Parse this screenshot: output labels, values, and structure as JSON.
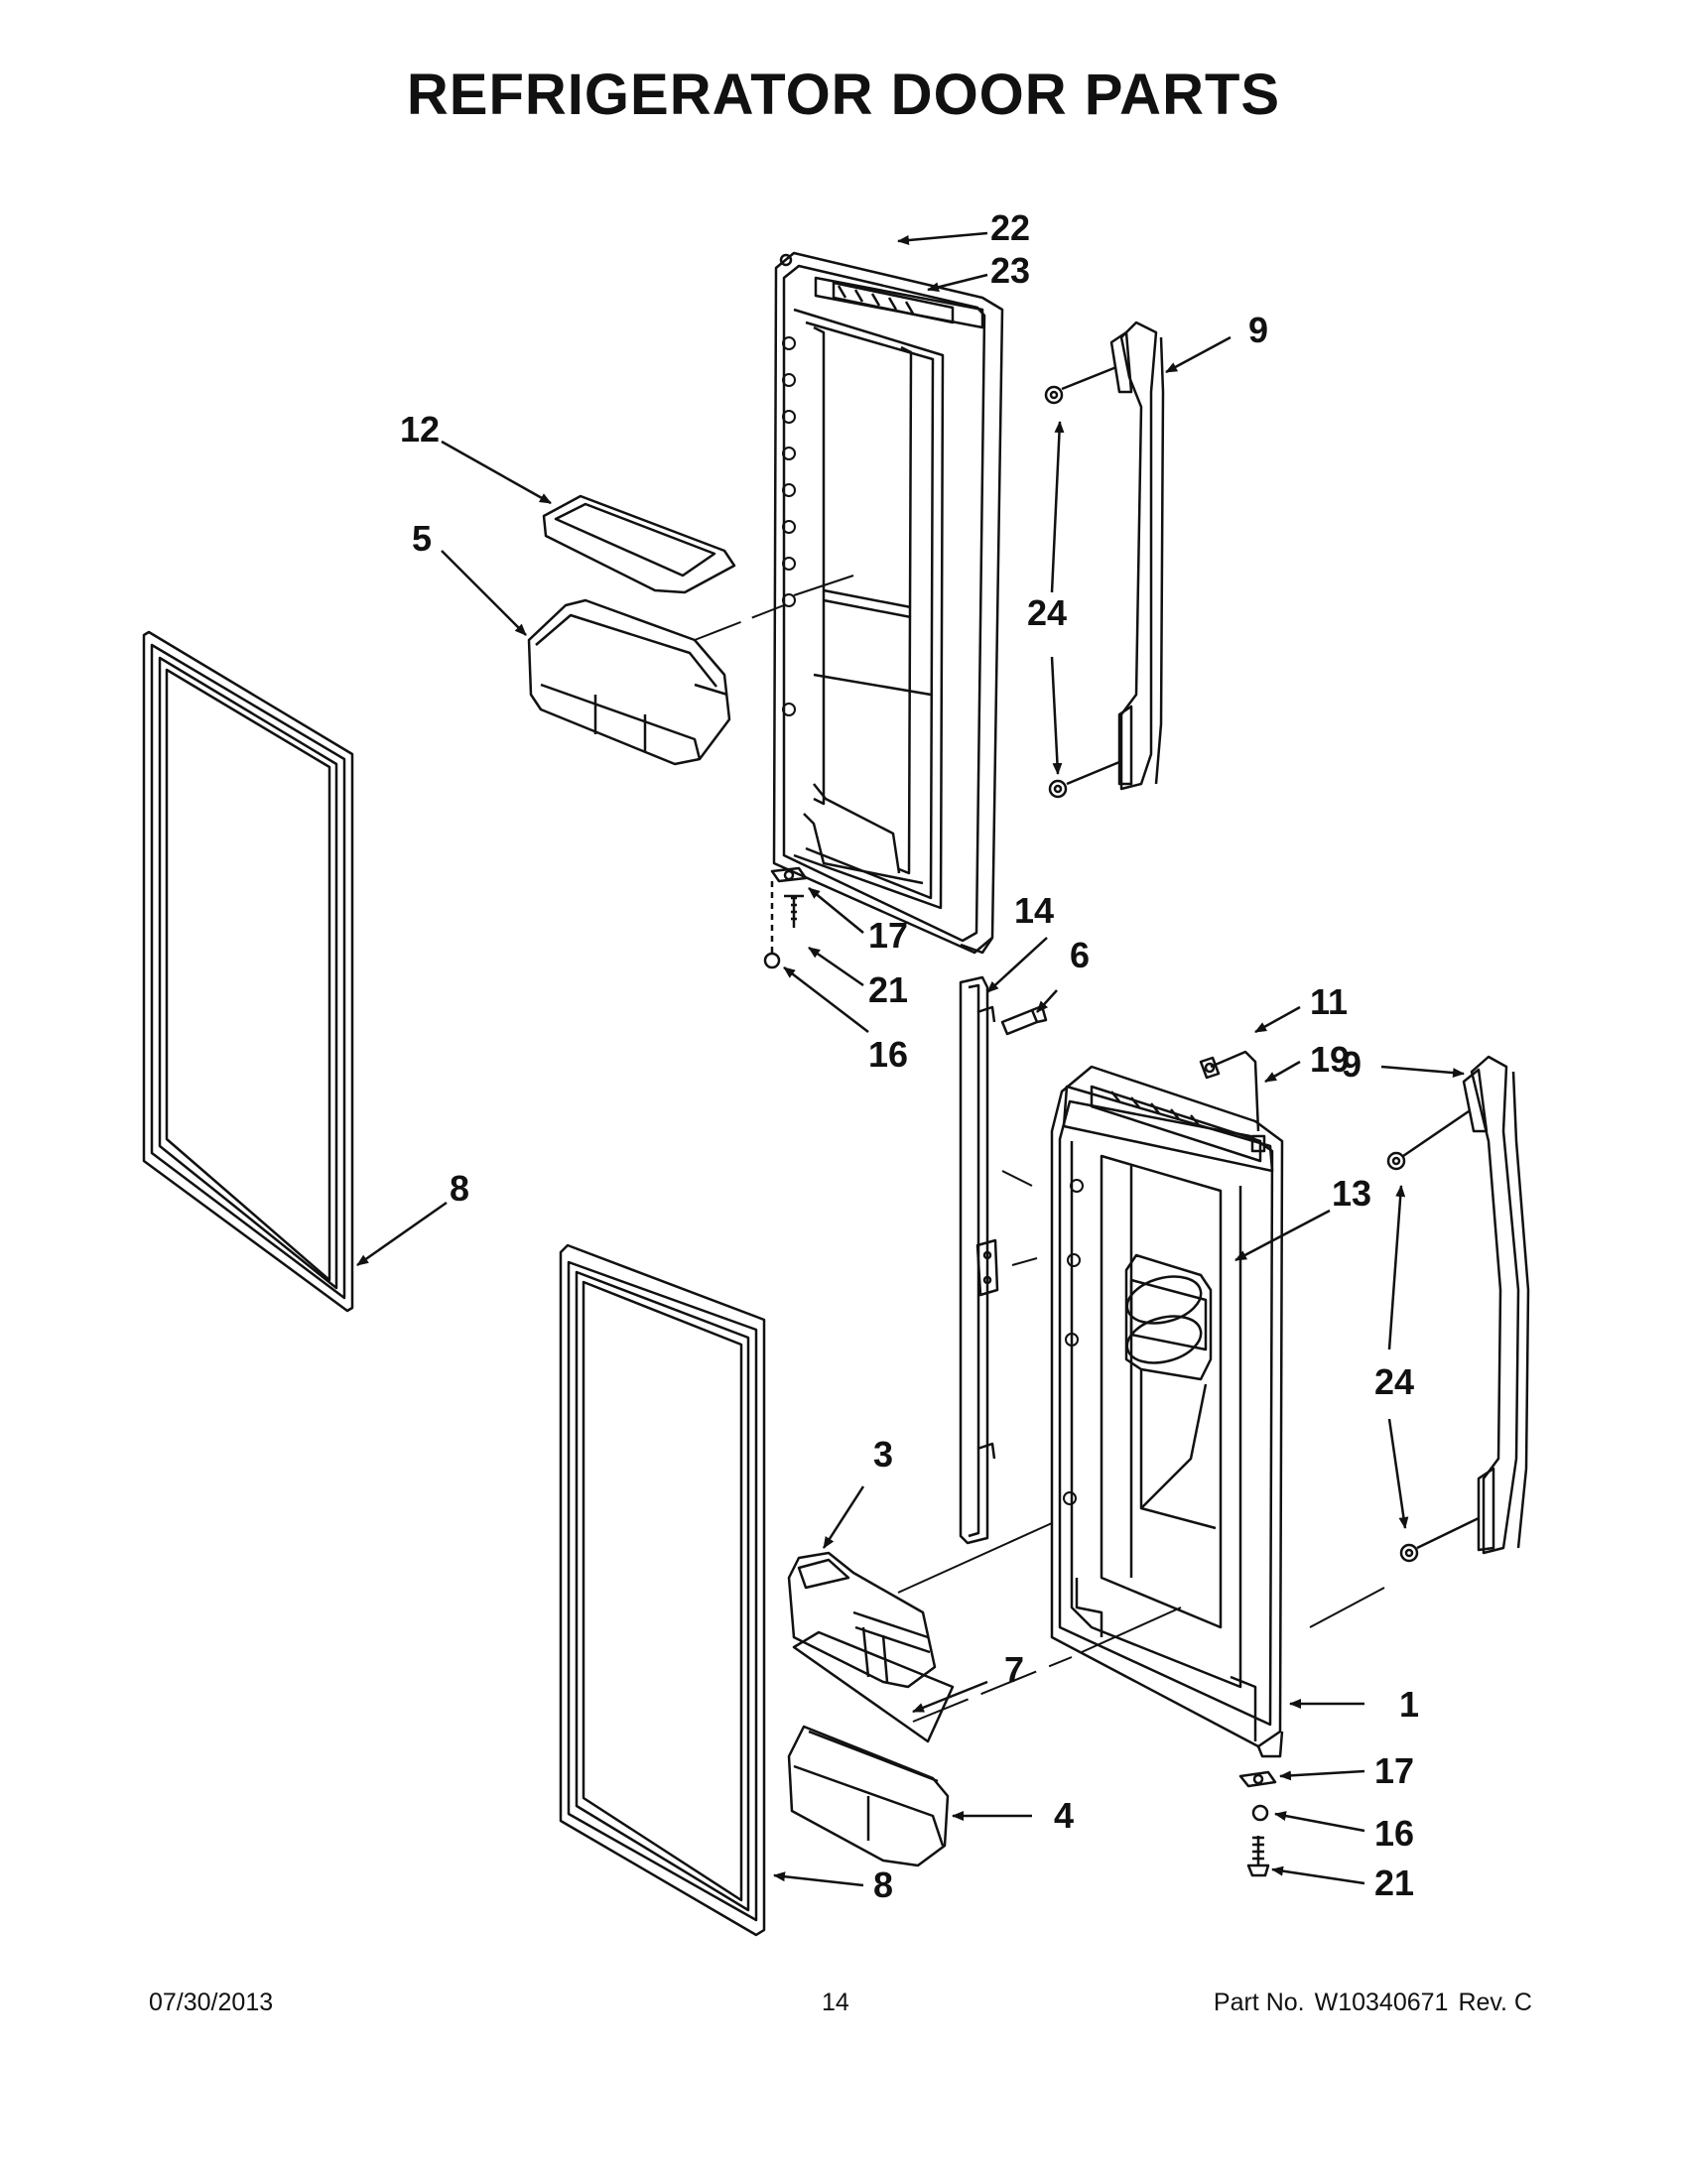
{
  "title": "REFRIGERATOR DOOR PARTS",
  "callouts": {
    "c1": "1",
    "c3": "3",
    "c4": "4",
    "c5": "5",
    "c6": "6",
    "c7": "7",
    "c8a": "8",
    "c8b": "8",
    "c9a": "9",
    "c9b": "9",
    "c11": "11",
    "c12": "12",
    "c13": "13",
    "c14": "14",
    "c16a": "16",
    "c16b": "16",
    "c17a": "17",
    "c17b": "17",
    "c19": "19",
    "c21a": "21",
    "c21b": "21",
    "c22": "22",
    "c23": "23",
    "c24a": "24",
    "c24b": "24"
  },
  "footer": {
    "date": "07/30/2013",
    "page": "14",
    "part_label": "Part No.",
    "part_number": "W10340671",
    "revision": "Rev.  C"
  }
}
